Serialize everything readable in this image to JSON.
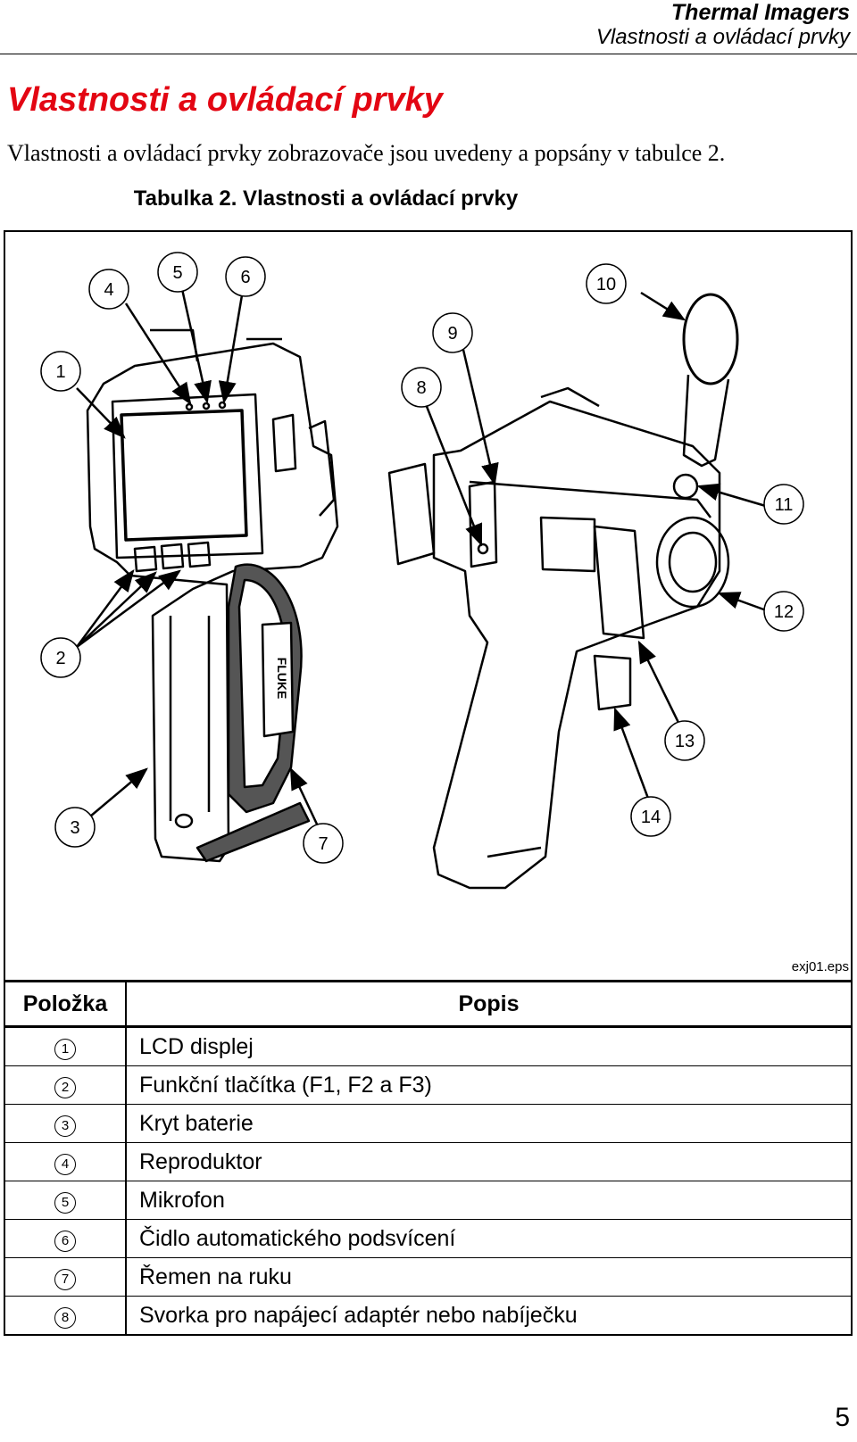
{
  "header": {
    "title": "Thermal Imagers",
    "subtitle": "Vlastnosti a ovládací prvky"
  },
  "section_title": "Vlastnosti a ovládací prvky",
  "intro": "Vlastnosti a ovládací prvky zobrazovače jsou uvedeny a popsány v tabulce 2.",
  "caption": "Tabulka 2. Vlastnosti a ovládací prvky",
  "figure": {
    "file": "exj01.eps",
    "brand": "FLUKE",
    "callouts": [
      "1",
      "2",
      "3",
      "4",
      "5",
      "6",
      "7",
      "8",
      "9",
      "10",
      "11",
      "12",
      "13",
      "14"
    ]
  },
  "table": {
    "headers": [
      "Položka",
      "Popis"
    ],
    "rows": [
      {
        "n": "1",
        "desc": "LCD displej"
      },
      {
        "n": "2",
        "desc": "Funkční tlačítka (F1, F2 a F3)"
      },
      {
        "n": "3",
        "desc": "Kryt baterie"
      },
      {
        "n": "4",
        "desc": "Reproduktor"
      },
      {
        "n": "5",
        "desc": "Mikrofon"
      },
      {
        "n": "6",
        "desc": "Čidlo automatického podsvícení"
      },
      {
        "n": "7",
        "desc": "Řemen na ruku"
      },
      {
        "n": "8",
        "desc": "Svorka pro napájecí adaptér nebo nabíječku"
      }
    ]
  },
  "page_number": "5"
}
